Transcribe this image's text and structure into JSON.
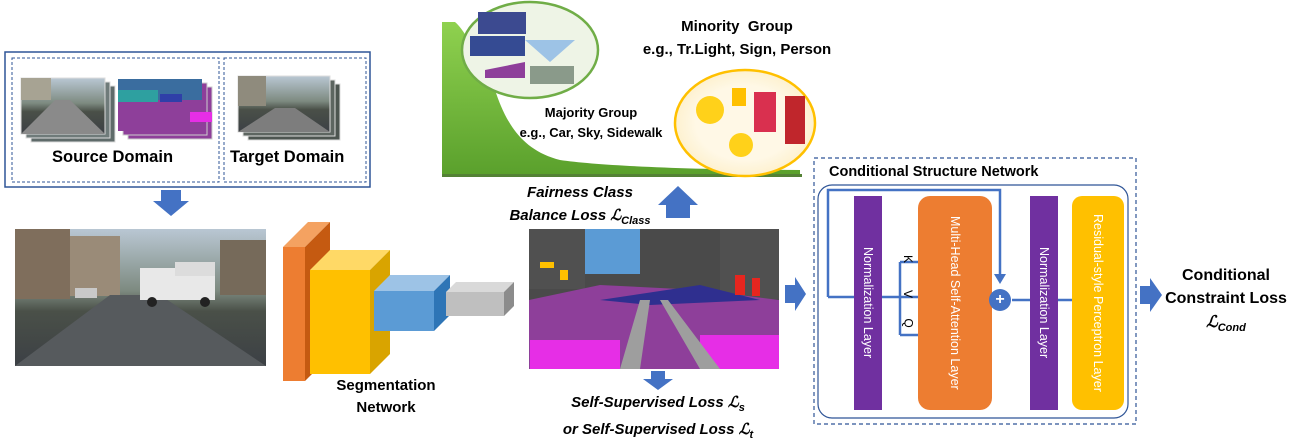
{
  "source_domain_label": "Source Domain",
  "target_domain_label": "Target Domain",
  "segmentation_network_label": "Segmentation Network",
  "fairness_loss": {
    "line1": "Fairness Class",
    "line2": "Balance Loss ",
    "symbol": "ℒ",
    "sub": "Class"
  },
  "self_supervised_loss": {
    "line1_text": "Self-Supervised Loss ",
    "line1_symbol": "ℒ",
    "line1_sub": "s",
    "line2_text": "or Self-Supervised Loss ",
    "line2_symbol": "ℒ",
    "line2_sub": "t"
  },
  "minority_group": {
    "title": "Minority  Group",
    "examples": "e.g., Tr.Light, Sign, Person"
  },
  "majority_group": {
    "title": "Majority Group",
    "examples": "e.g., Car, Sky, Sidewalk"
  },
  "csn": {
    "title": "Conditional Structure Network",
    "norm_layer_1": "Normalization Layer",
    "attention_layer": "Multi-Head Self-Attention Layer",
    "norm_layer_2": "Normalization Layer",
    "perceptron_layer": "Residual-style Perceptron Layer",
    "k_label": "K",
    "v_label": "V",
    "q_label": "Q",
    "plus_symbol": "+"
  },
  "conditional_loss": {
    "line1": "Conditional",
    "line2": "Constraint Loss",
    "symbol": "ℒ",
    "sub": "Cond"
  },
  "colors": {
    "frame_blue": "#2f5597",
    "arrow_blue": "#4472c4",
    "purple": "#7030a0",
    "orange": "#ed7d31",
    "yellow": "#ffc000",
    "green": "#70ad47",
    "seg_purple": "#8e3f9a",
    "seg_magenta": "#e62ee6"
  }
}
